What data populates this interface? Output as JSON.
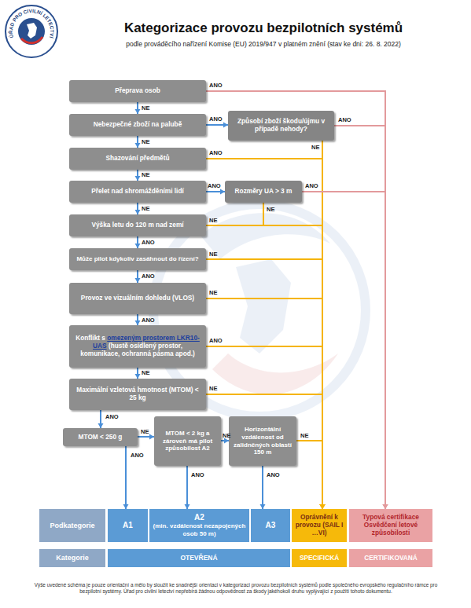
{
  "diagram": {
    "title": "Kategorizace provozu bezpilotních systémů",
    "caption": "Výše uvedené schéma je pouze orientační a mělo by sloužit ke snadnější orientaci v kategorizaci provozu bezpilotních systémů podle společného evropského regulačního rámce pro bezpilotní systémy. Úřad pro civilní letectví nepřebírá žádnou odpovědnost za škody jakéhokoli druhu vyplývající z použití tohoto dokumentu.",
    "nodes": [
      {
        "text": [
          "Přeprava osob"
        ]
      },
      {
        "text": [
          "Nebezpečné zboží na palubě"
        ]
      },
      {
        "text": [
          "Způsobí zboží škodu/újmu v případě nehody?"
        ]
      },
      {
        "text": [
          "Shazování předmětů"
        ]
      },
      {
        "text": [
          "Přelet nad shromážděními lidí"
        ]
      },
      {
        "text": [
          "Rozměry UA > 3 m"
        ]
      },
      {
        "text": [
          "Výška letu do 120 m nad zemí"
        ]
      },
      {
        "text": [
          "Může pilot kdykoliv zasáhnout do řízení?"
        ]
      },
      {
        "text": [
          "Provoz ve vizuálním dohledu (VLOS)"
        ]
      },
      {
        "text": [
          "Konflikt s",
          "omezeným prostorem LKR10-UAS",
          "(hustě osídlený prostor, komunikace, ochranná pásma apod.)"
        ]
      },
      {
        "text": [
          "Maximální vzletová hmotnost (MTOM) < 25 kg"
        ]
      },
      {
        "text": [
          "MTOM < 250 g"
        ]
      },
      {
        "text": [
          "MTOM < 2 kg a zároveň má pilot způsobilost A2"
        ]
      },
      {
        "text": [
          "Horizontální vzdálenost od zalidněných oblastí 150 m"
        ]
      },
      {
        "text": [
          "Podkategorie"
        ]
      },
      {
        "text": [
          "A1"
        ]
      },
      {
        "text": [
          "A2",
          "(min. vzdálenost nezapojených osob 50 m)"
        ]
      },
      {
        "text": [
          "A3"
        ]
      },
      {
        "text": [
          "Oprávnění k provozu (SAIL I …VI)"
        ]
      },
      {
        "text": [
          "Typová certifikace",
          "Osvědčení letové způsobilosti"
        ]
      },
      {
        "text": [
          "Kategorie"
        ]
      },
      {
        "text": [
          "OTEVŘENÁ"
        ]
      },
      {
        "text": [
          "SPECIFICKÁ"
        ]
      },
      {
        "text": [
          "CERTIFIKOVANÁ"
        ]
      }
    ],
    "edges": [
      {
        "from": 0,
        "to": 19,
        "label": "ANO",
        "arrow": "to"
      },
      {
        "from": 0,
        "to": 1,
        "label": "NE",
        "arrow": "to"
      },
      {
        "from": 1,
        "to": 2,
        "label": "ANO",
        "arrow": "to"
      },
      {
        "from": 1,
        "to": 3,
        "label": "NE",
        "arrow": "to"
      },
      {
        "from": 2,
        "to": 19,
        "label": "ANO",
        "arrow": "to"
      },
      {
        "from": 2,
        "to": 18,
        "label": "NE",
        "arrow": "to"
      },
      {
        "from": 3,
        "to": 18,
        "label": "ANO",
        "arrow": "to"
      },
      {
        "from": 3,
        "to": 4,
        "label": "NE",
        "arrow": "to"
      },
      {
        "from": 4,
        "to": 5,
        "label": "ANO",
        "arrow": "to"
      },
      {
        "from": 4,
        "to": 6,
        "label": "NE",
        "arrow": "to"
      },
      {
        "from": 5,
        "to": 19,
        "label": "ANO",
        "arrow": "to"
      },
      {
        "from": 5,
        "to": 18,
        "label": "NE",
        "arrow": "to"
      },
      {
        "from": 6,
        "to": 18,
        "label": "NE",
        "arrow": "to"
      },
      {
        "from": 6,
        "to": 7,
        "label": "ANO",
        "arrow": "to"
      },
      {
        "from": 7,
        "to": 18,
        "label": "NE",
        "arrow": "to"
      },
      {
        "from": 7,
        "to": 8,
        "label": "ANO",
        "arrow": "to"
      },
      {
        "from": 8,
        "to": 18,
        "label": "NE",
        "arrow": "to"
      },
      {
        "from": 8,
        "to": 9,
        "label": "ANO",
        "arrow": "to"
      },
      {
        "from": 9,
        "to": 18,
        "label": "ANO",
        "arrow": "to"
      },
      {
        "from": 9,
        "to": 10,
        "label": "NE",
        "arrow": "to"
      },
      {
        "from": 10,
        "to": 18,
        "label": "NE",
        "arrow": "to"
      },
      {
        "from": 10,
        "to": 11,
        "label": "ANO",
        "arrow": "to"
      },
      {
        "from": 11,
        "to": 15,
        "label": "ANO",
        "arrow": "to"
      },
      {
        "from": 11,
        "to": 12,
        "label": "NE",
        "arrow": "to"
      },
      {
        "from": 12,
        "to": 16,
        "label": "ANO",
        "arrow": "to"
      },
      {
        "from": 12,
        "to": 13,
        "label": "NE",
        "arrow": "to"
      },
      {
        "from": 13,
        "to": 17,
        "label": "ANO",
        "arrow": "to"
      },
      {
        "from": 13,
        "to": 18,
        "label": "NE",
        "arrow": "to"
      }
    ],
    "labels": [
      "ÚŘAD PRO CIVILNÍ LETECTVÍ",
      "podle prováděcího nařízení Komise (EU) 2019/947 v platném znění (stav ke dni: 26. 8. 2022)"
    ]
  }
}
